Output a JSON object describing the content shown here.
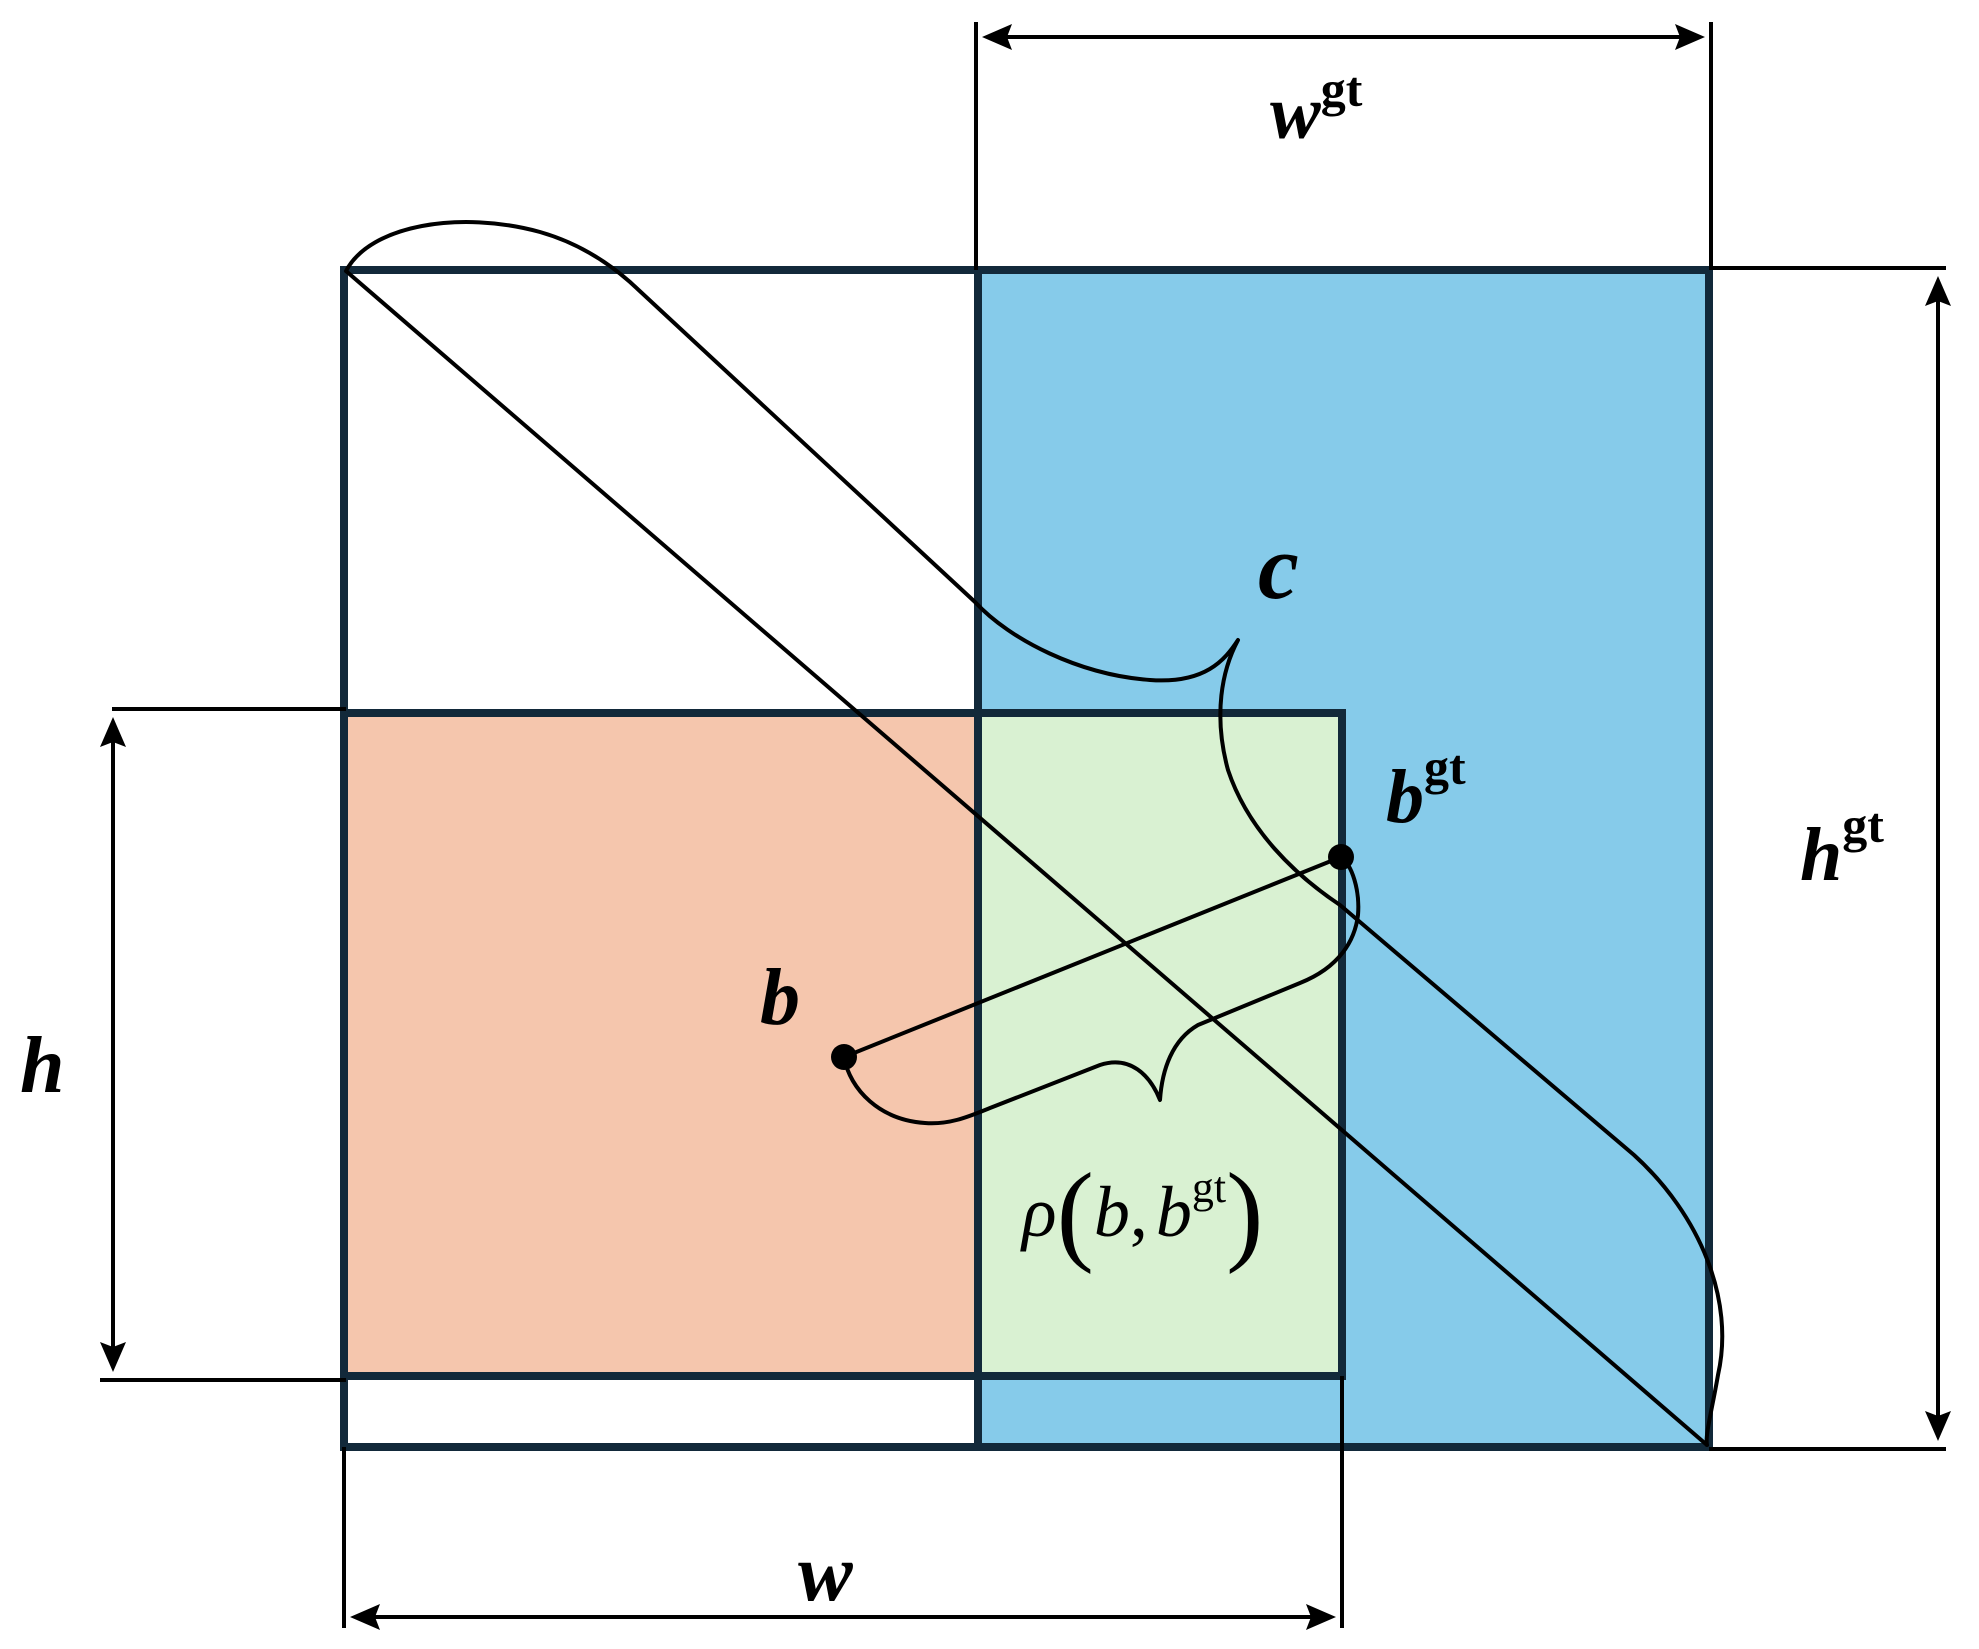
{
  "diagram": {
    "colors": {
      "predicted_box_fill": "#f5c6ad",
      "ground_truth_box_fill": "#86cbea",
      "intersection_fill": "#d9f1d2",
      "box_stroke": "#12293a",
      "line": "#000000"
    },
    "labels": {
      "w_gt": {
        "base": "w",
        "sup": "gt"
      },
      "h_gt": {
        "base": "h",
        "sup": "gt"
      },
      "c": "c",
      "b_gt": {
        "base": "b",
        "sup": "gt"
      },
      "b": "b",
      "h": "h",
      "w": "w",
      "rho": {
        "sym": "ρ",
        "open": "(",
        "a": "b",
        "comma": ",",
        "b2": "b",
        "sup": "gt",
        "close": ")"
      }
    }
  }
}
